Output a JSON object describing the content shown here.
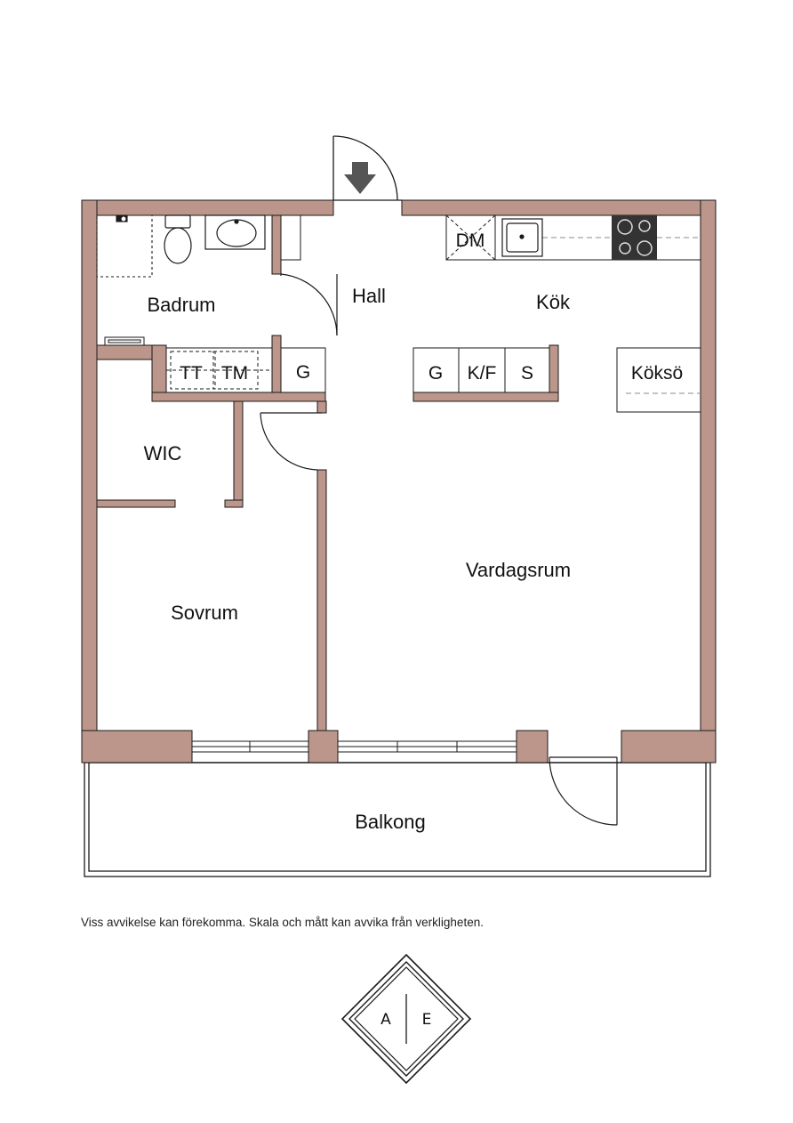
{
  "colors": {
    "wall": "#bc968a",
    "line": "#1a1a1a",
    "stove": "#333333"
  },
  "rooms": {
    "badrum": "Badrum",
    "hall": "Hall",
    "kok": "Kök",
    "wic": "WIC",
    "sovrum": "Sovrum",
    "vardagsrum": "Vardagsrum",
    "balkong": "Balkong"
  },
  "fixtures": {
    "dm": "DM",
    "tt": "TT",
    "tm": "TM",
    "g_hall": "G",
    "g_kitchen": "G",
    "kf": "K/F",
    "s": "S",
    "kokso": "Köksö"
  },
  "disclaimer": "Viss avvikelse kan förekomma. Skala och mått kan avvika från verkligheten.",
  "logo": {
    "left": "A",
    "right": "E"
  }
}
